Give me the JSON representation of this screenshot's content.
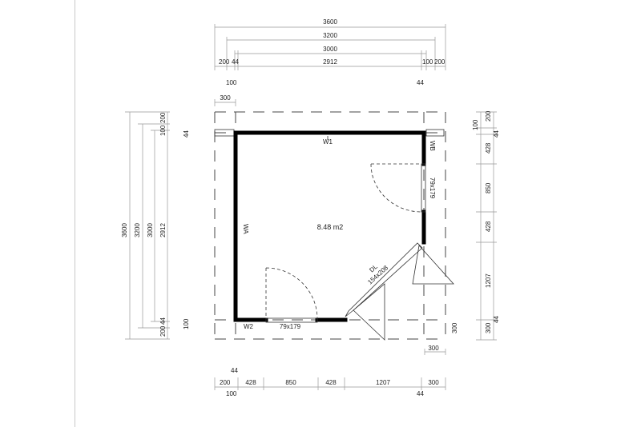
{
  "top_dims": {
    "overall": "3600",
    "outer": "3200",
    "inner": "3000",
    "seg_left": "200",
    "seg_left_wall": "44",
    "seg_center": "2912",
    "seg_right_wall": "100",
    "seg_right": "200",
    "under_left": "100",
    "under_right": "44"
  },
  "left_dims": {
    "overall": "3600",
    "outer": "3200",
    "inner": "3000",
    "center": "2912",
    "top_a": "100",
    "top_b": "200",
    "top_c": "44",
    "bot_a": "200",
    "bot_b": "44",
    "bot_c": "100",
    "corner_top": "300"
  },
  "right_dims": {
    "a": "100",
    "b": "200",
    "c": "44",
    "d": "428",
    "e": "850",
    "f": "428",
    "g": "1207",
    "h": "300",
    "i": "300",
    "j": "44",
    "k": "300"
  },
  "bottom_dims": {
    "top_44": "44",
    "s1": "200",
    "s2": "428",
    "s3": "850",
    "s4": "428",
    "s5": "1207",
    "s6": "300",
    "under_left": "100",
    "under_right": "44"
  },
  "labels": {
    "area": "8.48 m2",
    "w1": "W1",
    "wb": "WB",
    "wa": "WA",
    "w2": "W2",
    "window_right": "79x179",
    "window_bottom": "79x179",
    "door_code": "DL",
    "door_size": "154x208"
  }
}
